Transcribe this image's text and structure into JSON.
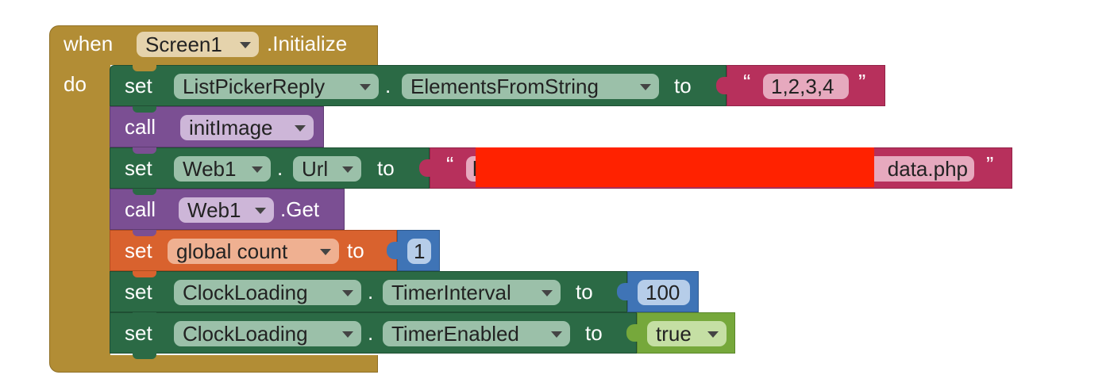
{
  "event": {
    "when_label": "when",
    "component": "Screen1",
    "event_name": ".Initialize",
    "do_label": "do"
  },
  "statements": [
    {
      "kind": "set",
      "keyword": "set",
      "component": "ListPickerReply",
      "dot": ".",
      "property": "ElementsFromString",
      "to_label": "to",
      "value": {
        "type": "text",
        "open_quote": "“",
        "close_quote": "”",
        "text": "1,2,3,4"
      }
    },
    {
      "kind": "call",
      "keyword": "call",
      "procedure": "initImage"
    },
    {
      "kind": "set",
      "keyword": "set",
      "component": "Web1",
      "dot": ".",
      "property": "Url",
      "to_label": "to",
      "value": {
        "type": "text",
        "open_quote": "“",
        "close_quote": "”",
        "text_start": "h",
        "text": "data.php",
        "redacted": true,
        "redaction_color": "#ff2200"
      }
    },
    {
      "kind": "call",
      "keyword": "call",
      "component": "Web1",
      "method": ".Get"
    },
    {
      "kind": "set-var",
      "keyword": "set",
      "variable": "global count",
      "to_label": "to",
      "value": {
        "type": "number",
        "text": "1"
      }
    },
    {
      "kind": "set",
      "keyword": "set",
      "component": "ClockLoading",
      "dot": ".",
      "property": "TimerInterval",
      "to_label": "to",
      "value": {
        "type": "number",
        "text": "100"
      }
    },
    {
      "kind": "set",
      "keyword": "set",
      "component": "ClockLoading",
      "dot": ".",
      "property": "TimerEnabled",
      "to_label": "to",
      "value": {
        "type": "logic",
        "text": "true"
      }
    }
  ],
  "colors": {
    "event_block": "#b28d35",
    "event_block_border": "#8f6f25",
    "event_dropdown": "#e5d3ac",
    "component_block": "#2b6a45",
    "component_border": "#1f4f33",
    "component_dropdown": "#9bc0a9",
    "procedure_block": "#7b4f93",
    "procedure_border": "#5e3b72",
    "procedure_dropdown": "#cdb6d8",
    "variable_block": "#d9622e",
    "variable_border": "#b04c1f",
    "variable_dropdown": "#efb091",
    "text_block": "#b7305c",
    "text_border": "#922347",
    "text_field": "#e6a9be",
    "math_block": "#3f74b6",
    "math_border": "#2f5a8f",
    "math_field": "#b6cde9",
    "logic_block": "#76a83b",
    "logic_border": "#5b872b",
    "logic_field": "#c5dfa4"
  },
  "icons": {
    "dropdown": "chevron-down-icon"
  }
}
